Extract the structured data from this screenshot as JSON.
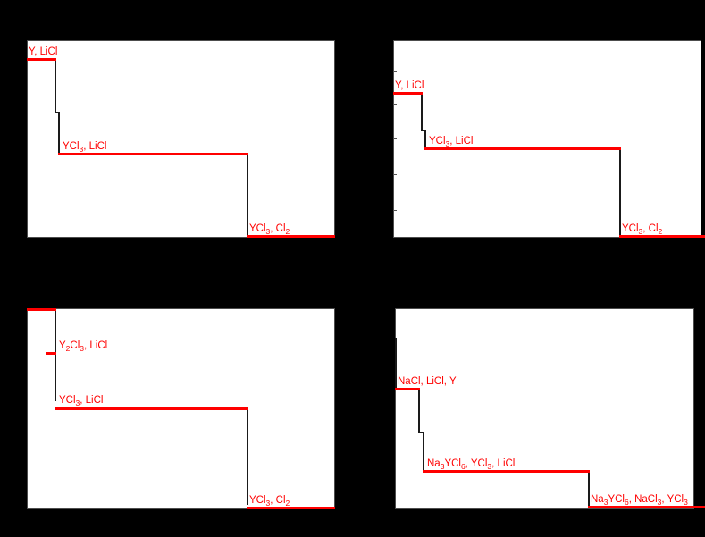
{
  "figure": {
    "background_color": "#000000",
    "panel_color": "#ffffff",
    "line_color": "#ff0000",
    "step_color": "#1a1a1a",
    "axis_color": "#4d4d4d"
  },
  "chart_data": {
    "type": "line",
    "title": "",
    "xlabel": "",
    "ylabel": "",
    "layout": "2x2 grid of step (staircase) plots",
    "grid": false,
    "legend": "none",
    "panels": [
      {
        "id": "panel-top-left",
        "yticks": [],
        "plateaus": [
          {
            "label": "Y, LiCl",
            "label_parts": [
              {
                "t": "Y, LiCl"
              }
            ],
            "x_start_frac": 0.0,
            "x_end_frac": 0.093,
            "y_frac": 0.155
          },
          {
            "label": "YCl3, LiCl",
            "label_parts": [
              {
                "t": "YCl"
              },
              {
                "sub": "3"
              },
              {
                "t": ", LiCl"
              }
            ],
            "x_start_frac": 0.105,
            "x_end_frac": 0.715,
            "y_frac": 0.578
          },
          {
            "label": "YCl3, Cl2",
            "label_parts": [
              {
                "t": "YCl"
              },
              {
                "sub": "3"
              },
              {
                "t": ", Cl"
              },
              {
                "sub": "2"
              }
            ],
            "x_start_frac": 0.715,
            "x_end_frac": 1.0,
            "y_frac": 1.0
          }
        ]
      },
      {
        "id": "panel-top-right",
        "yticks": [
          0.16,
          0.32,
          0.5,
          0.68,
          0.86
        ],
        "plateaus": [
          {
            "label": "Y, LiCl",
            "label_parts": [
              {
                "t": "Y, LiCl"
              }
            ],
            "x_start_frac": 0.0,
            "x_end_frac": 0.093,
            "y_frac": 0.27
          },
          {
            "label": "YCl3, LiCl",
            "label_parts": [
              {
                "t": "YCl"
              },
              {
                "sub": "3"
              },
              {
                "t": ", LiCl"
              }
            ],
            "x_start_frac": 0.105,
            "x_end_frac": 0.715,
            "y_frac": 0.555
          },
          {
            "label": "YCl3, Cl2",
            "label_parts": [
              {
                "t": "YCl"
              },
              {
                "sub": "3"
              },
              {
                "t": ", Cl"
              },
              {
                "sub": "2"
              }
            ],
            "x_start_frac": 0.715,
            "x_end_frac": 1.0,
            "y_frac": 1.0
          }
        ]
      },
      {
        "id": "panel-bottom-left",
        "yticks": [],
        "plateaus": [
          {
            "label": "",
            "label_parts": [],
            "x_start_frac": 0.0,
            "x_end_frac": 0.093,
            "y_frac": 0.0
          },
          {
            "label": "Y2Cl3, LiCl",
            "label_parts": [
              {
                "t": "Y"
              },
              {
                "sub": "2"
              },
              {
                "t": "Cl"
              },
              {
                "sub": "3"
              },
              {
                "t": ", LiCl"
              }
            ],
            "x_start_frac": 0.0,
            "x_end_frac": 0.093,
            "y_frac": 0.225
          },
          {
            "label": "YCl3, LiCl",
            "label_parts": [
              {
                "t": "YCl"
              },
              {
                "sub": "3"
              },
              {
                "t": ", LiCl"
              }
            ],
            "x_start_frac": 0.105,
            "x_end_frac": 0.715,
            "y_frac": 0.465
          },
          {
            "label": "YCl3, Cl2",
            "label_parts": [
              {
                "t": "YCl"
              },
              {
                "sub": "3"
              },
              {
                "t": ", Cl"
              },
              {
                "sub": "2"
              }
            ],
            "x_start_frac": 0.715,
            "x_end_frac": 1.0,
            "y_frac": 1.0
          }
        ]
      },
      {
        "id": "panel-bottom-right",
        "yticks": [],
        "plateaus": [
          {
            "label": "NaCl, LiCl, Y",
            "label_parts": [
              {
                "t": "NaCl, LiCl, Y"
              }
            ],
            "x_start_frac": 0.0,
            "x_end_frac": 0.083,
            "y_frac": 0.405
          },
          {
            "label": "Na3YCl6, YCl3, LiCl",
            "label_parts": [
              {
                "t": "Na"
              },
              {
                "sub": "3"
              },
              {
                "t": "YCl"
              },
              {
                "sub": "6"
              },
              {
                "t": ", YCl"
              },
              {
                "sub": "3"
              },
              {
                "t": ", LiCl"
              }
            ],
            "x_start_frac": 0.105,
            "x_end_frac": 0.645,
            "y_frac": 0.82
          },
          {
            "label": "Na3YCl6, NaCl3, YCl3",
            "label_parts": [
              {
                "t": "Na"
              },
              {
                "sub": "3"
              },
              {
                "t": "YCl"
              },
              {
                "sub": "6"
              },
              {
                "t": ", NaCl"
              },
              {
                "sub": "3"
              },
              {
                "t": ", YCl"
              },
              {
                "sub": "3"
              }
            ],
            "x_start_frac": 0.645,
            "x_end_frac": 1.06,
            "y_frac": 1.0
          }
        ]
      }
    ]
  }
}
